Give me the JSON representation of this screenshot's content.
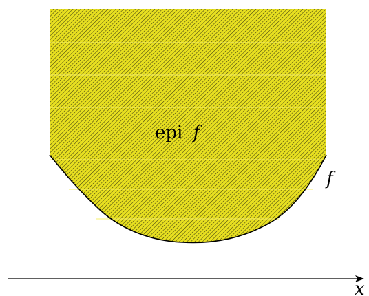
{
  "diagram": {
    "region_label_text": "epi",
    "region_label_var": "f",
    "curve_label": "f",
    "axis_label": "x",
    "colors": {
      "fill": "#e8e020",
      "hatch": "#3a3a10",
      "curve": "#000000",
      "axis": "#000000"
    }
  }
}
